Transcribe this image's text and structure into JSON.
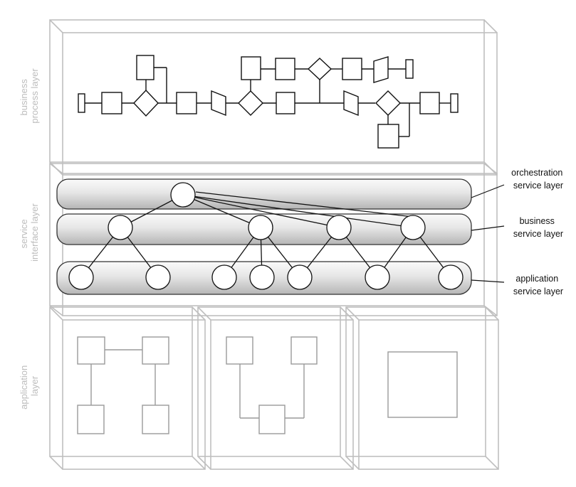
{
  "layers": {
    "business_process": {
      "label_lines": [
        "business",
        "process layer"
      ]
    },
    "service_interface": {
      "label_lines": [
        "service",
        "interface layer"
      ]
    },
    "application": {
      "label_lines": [
        "application",
        "layer"
      ]
    }
  },
  "service_sublayers": {
    "orchestration": {
      "label_lines": [
        "orchestration",
        "service layer"
      ]
    },
    "business": {
      "label_lines": [
        "business",
        "service layer"
      ]
    },
    "application": {
      "label_lines": [
        "application",
        "service layer"
      ]
    }
  },
  "colors": {
    "box_outline": "#bfbfbf",
    "shape_stroke": "#111111",
    "app_shape_stroke": "#9a9a9a",
    "layer_label": "#bdbdbd",
    "band_fill_light": "#f7f7f7",
    "band_fill_dark": "#b9b9b9"
  }
}
